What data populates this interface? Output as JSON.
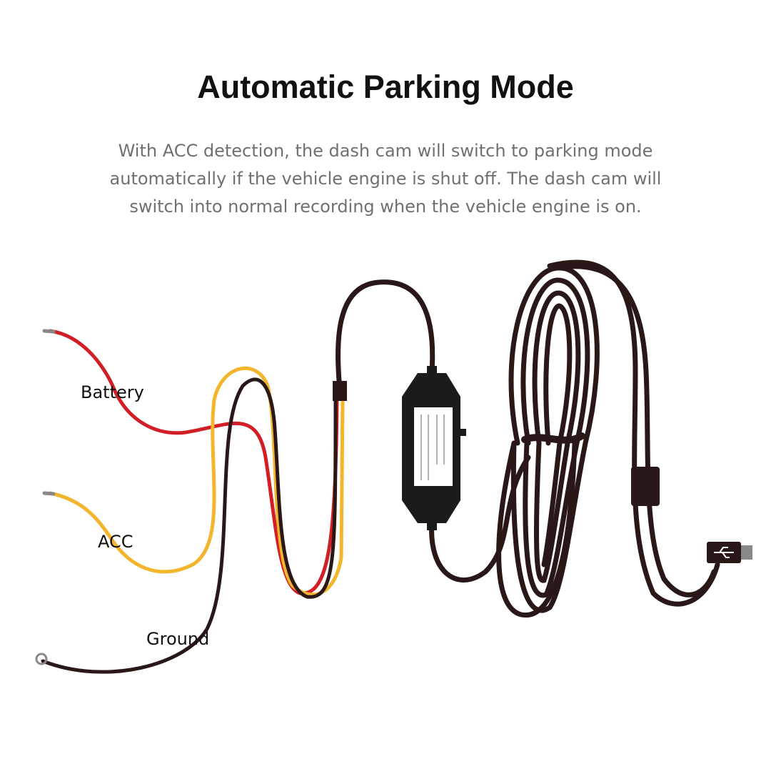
{
  "title": "Automatic Parking Mode",
  "description": [
    "With ACC detection, the dash cam will switch to parking mode",
    "automatically if the vehicle engine is shut off. The dash cam will",
    "switch into normal recording when the vehicle engine is on."
  ],
  "labels": {
    "battery": "Battery",
    "acc": "ACC",
    "ground": "Ground"
  },
  "colors": {
    "battery_wire": "#d21f26",
    "acc_wire": "#f2b52c",
    "ground_wire": "#2a1717",
    "cable": "#2a1717"
  }
}
